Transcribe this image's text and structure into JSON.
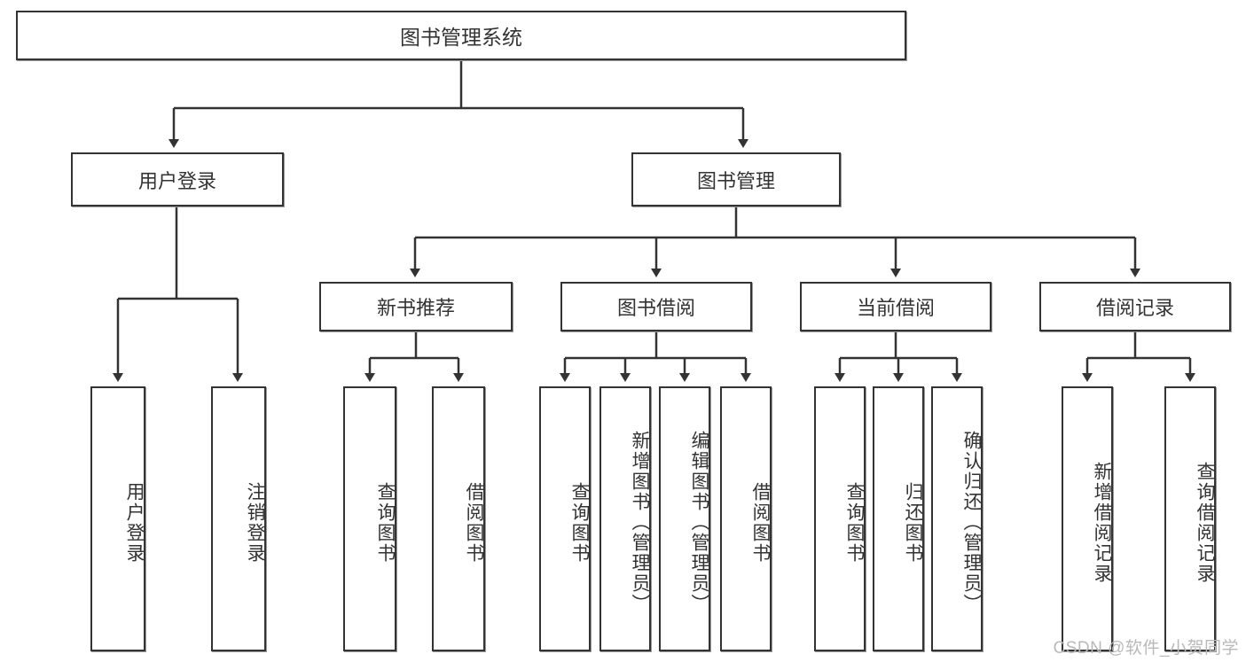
{
  "diagram": {
    "title": "图书管理系统",
    "type": "tree-hierarchy",
    "style": {
      "line_color": "#333333",
      "box_fill": "#ffffff",
      "text_color": "#333333",
      "background": "#ffffff"
    }
  },
  "root": {
    "label": "图书管理系统"
  },
  "branches": [
    {
      "label": "用户登录"
    },
    {
      "label": "图书管理"
    }
  ],
  "subbranches": [
    {
      "label": "新书推荐"
    },
    {
      "label": "图书借阅"
    },
    {
      "label": "当前借阅"
    },
    {
      "label": "借阅记录"
    }
  ],
  "leaves": {
    "user_login": [
      {
        "label": "用户登录"
      },
      {
        "label": "注销登录"
      }
    ],
    "new_book_recommend": [
      {
        "label": "查询图书"
      },
      {
        "label": "借阅图书"
      }
    ],
    "book_borrow": [
      {
        "label": "查询图书"
      },
      {
        "label": "新增图书（管理员）"
      },
      {
        "label": "编辑图书（管理员）"
      },
      {
        "label": "借阅图书"
      }
    ],
    "current_borrow": [
      {
        "label": "查询图书"
      },
      {
        "label": "归还图书"
      },
      {
        "label": "确认归还（管理员）"
      }
    ],
    "borrow_record": [
      {
        "label": "新增借阅记录"
      },
      {
        "label": "查询借阅记录"
      }
    ]
  },
  "watermark": {
    "text": "CSDN @软件_小贺同学"
  }
}
